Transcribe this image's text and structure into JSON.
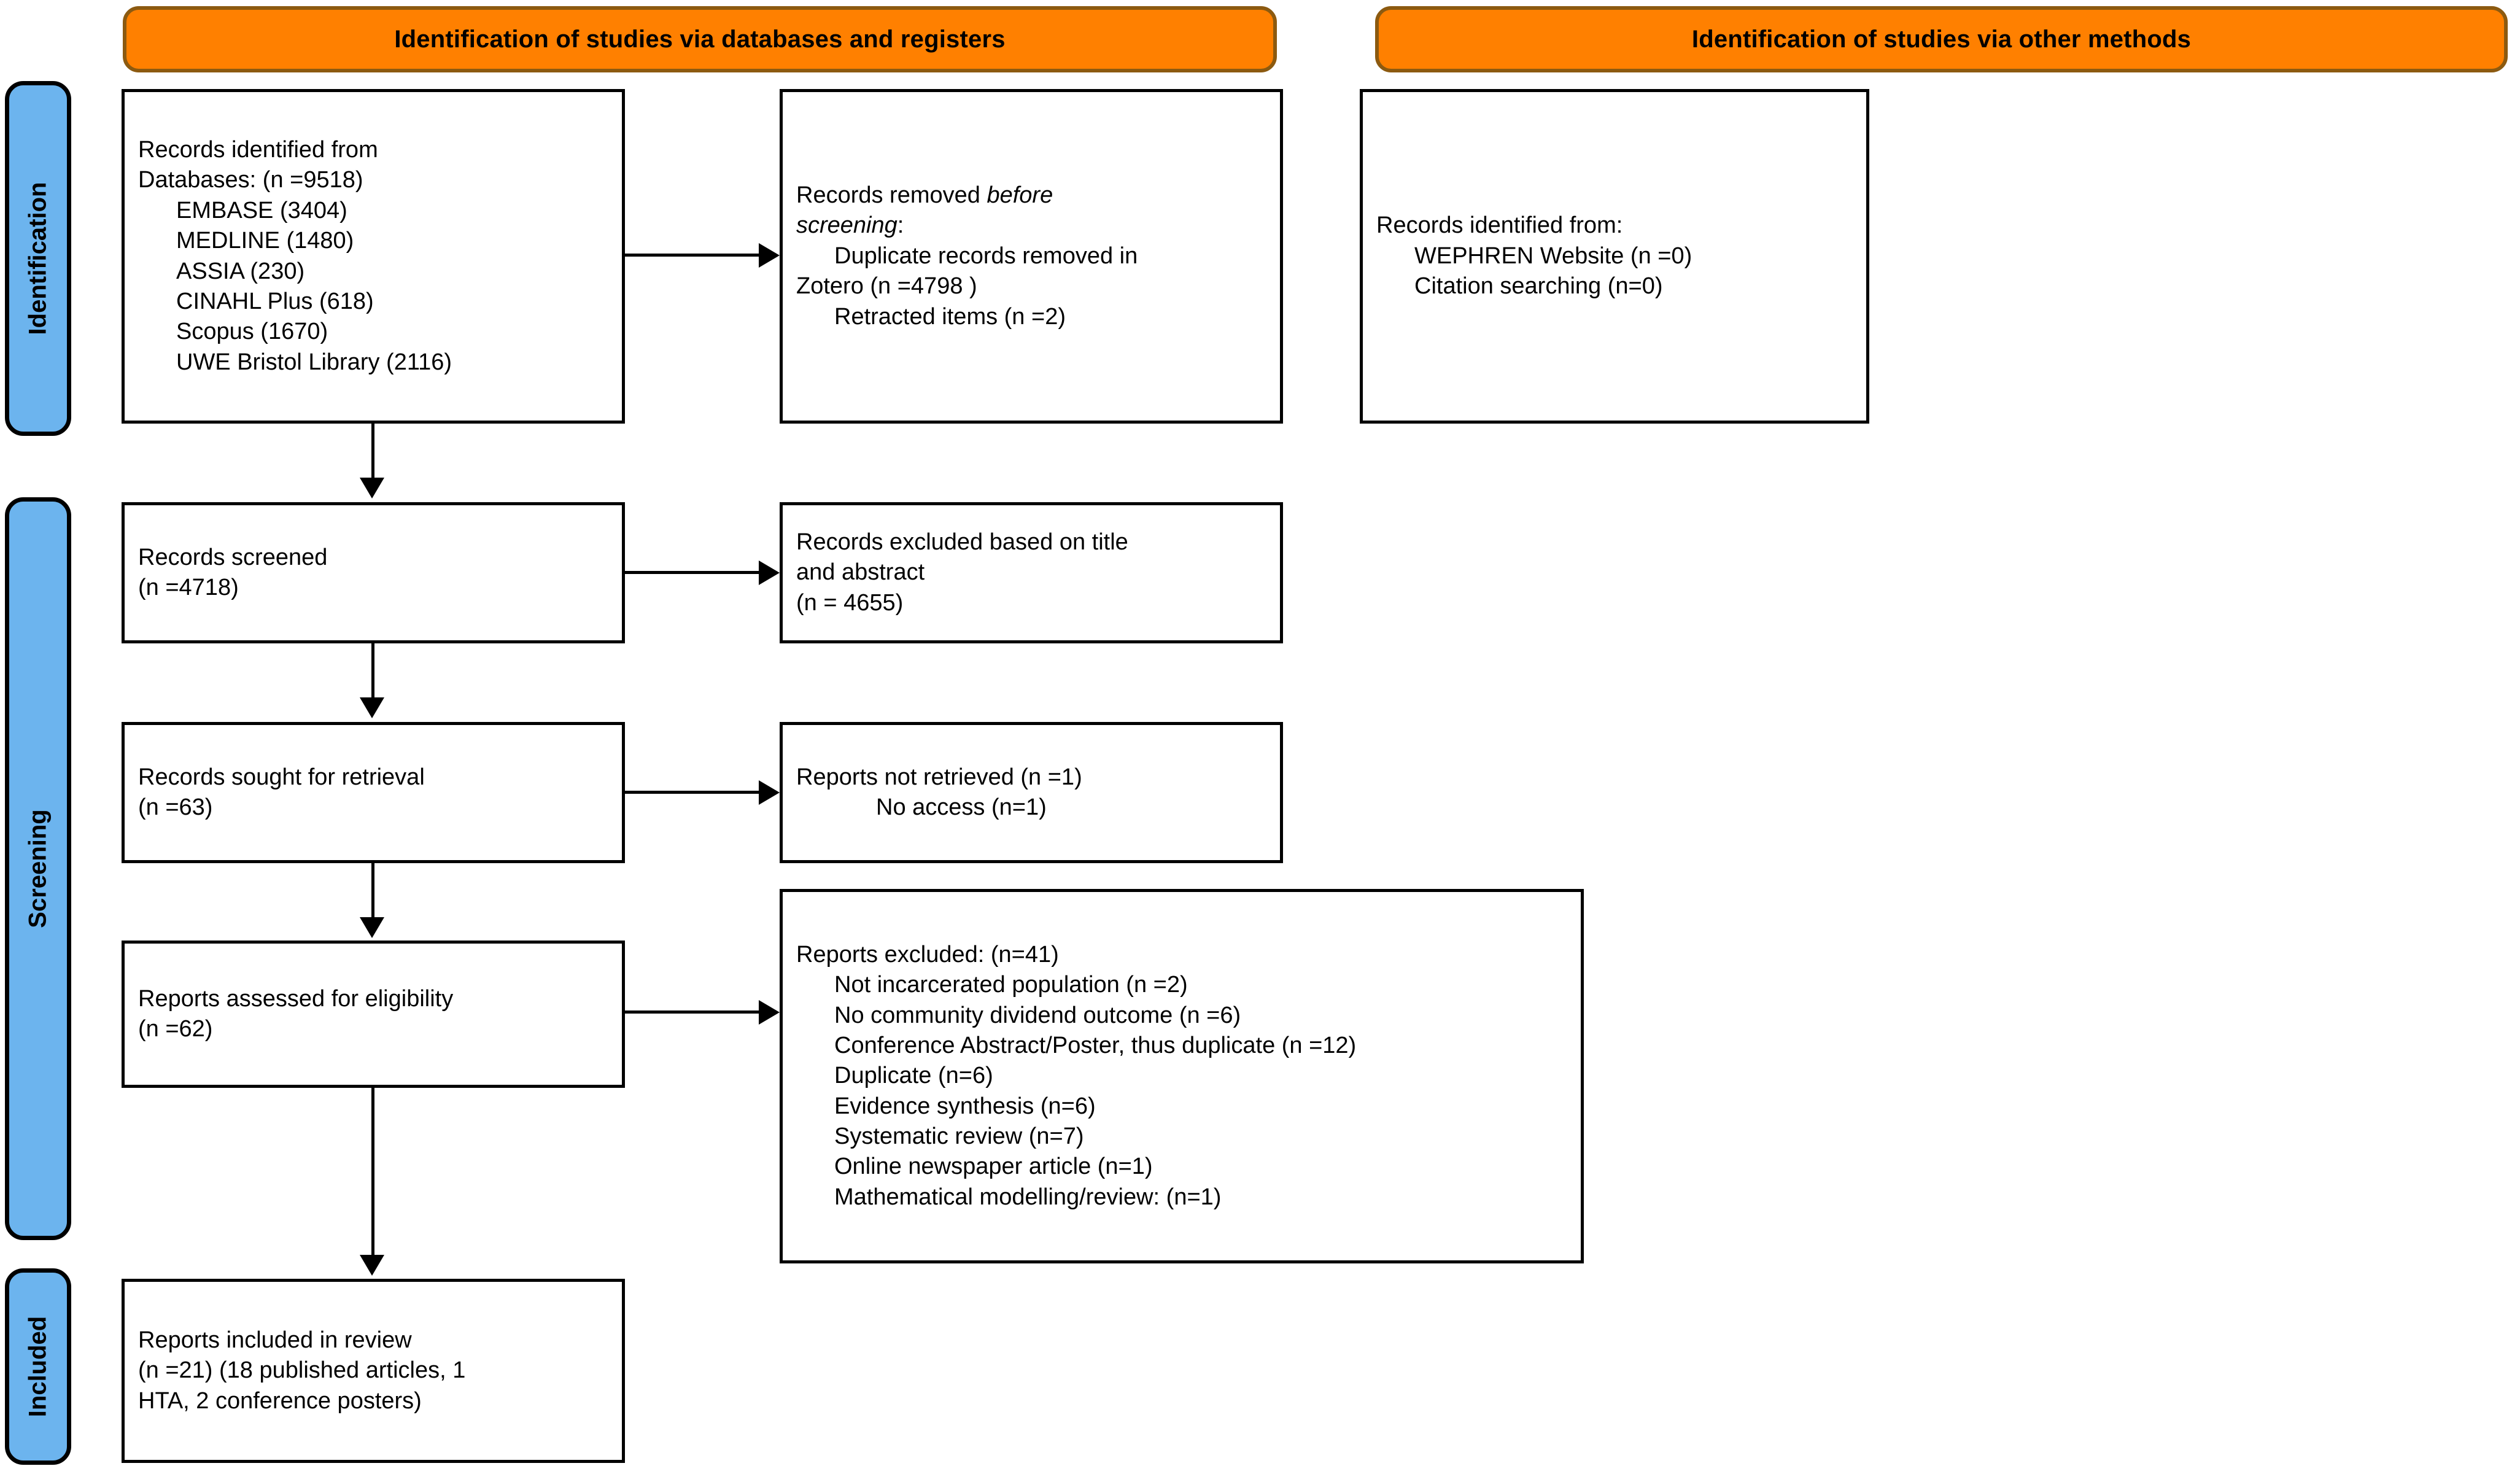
{
  "diagram": {
    "type": "prisma-flow-diagram",
    "colors": {
      "header_fill": "#FF8000",
      "header_border": "#8C5A10",
      "rail_fill": "#6CB4EE",
      "rail_border": "#000000",
      "box_border": "#000000",
      "background": "#FFFFFF"
    }
  },
  "headers": {
    "databases": "Identification of studies via databases and registers",
    "other_methods": "Identification of studies via other methods"
  },
  "rails": {
    "identification": "Identification",
    "screening": "Screening",
    "included": "Included"
  },
  "boxes": {
    "records_identified": {
      "title": "Records identified from",
      "subtitle": "Databases: (n =9518)",
      "sources": [
        "EMBASE (3404)",
        "MEDLINE (1480)",
        "ASSIA (230)",
        "CINAHL Plus (618)",
        "Scopus (1670)",
        "UWE Bristol Library (2116)"
      ]
    },
    "records_removed": {
      "line1_prefix": "Records removed ",
      "line1_italic": "before",
      "line2_italic": "screening",
      "line2_suffix": ":",
      "items": [
        "Duplicate records removed in",
        "Zotero (n =4798 )",
        "Retracted items (n =2)"
      ]
    },
    "other_identified": {
      "title": "Records identified from:",
      "items": [
        "WEPHREN Website (n =0)",
        "Citation searching (n=0)"
      ]
    },
    "records_screened": {
      "title": "Records screened",
      "count": "(n =4718)"
    },
    "records_excluded": {
      "line1": "Records excluded based on title",
      "line2": "and abstract",
      "count": "(n = 4655)"
    },
    "records_sought": {
      "title": "Records sought for retrieval",
      "count": "(n =63)"
    },
    "reports_not_retrieved": {
      "title": "Reports not retrieved (n =1)",
      "detail": "No access (n=1)"
    },
    "reports_assessed": {
      "title": "Reports assessed for eligibility",
      "count": "(n =62)"
    },
    "reports_excluded": {
      "title": "Reports excluded: (n=41)",
      "reasons": [
        "Not incarcerated population (n =2)",
        "No community dividend outcome (n =6)",
        "Conference Abstract/Poster, thus duplicate (n =12)",
        "Duplicate (n=6)",
        "Evidence synthesis (n=6)",
        "Systematic review (n=7)",
        "Online newspaper article (n=1)",
        "Mathematical modelling/review: (n=1)"
      ]
    },
    "reports_included": {
      "line1": "Reports included in review",
      "line2": "(n =21) (18 published articles, 1",
      "line3": "HTA, 2 conference posters)"
    }
  }
}
